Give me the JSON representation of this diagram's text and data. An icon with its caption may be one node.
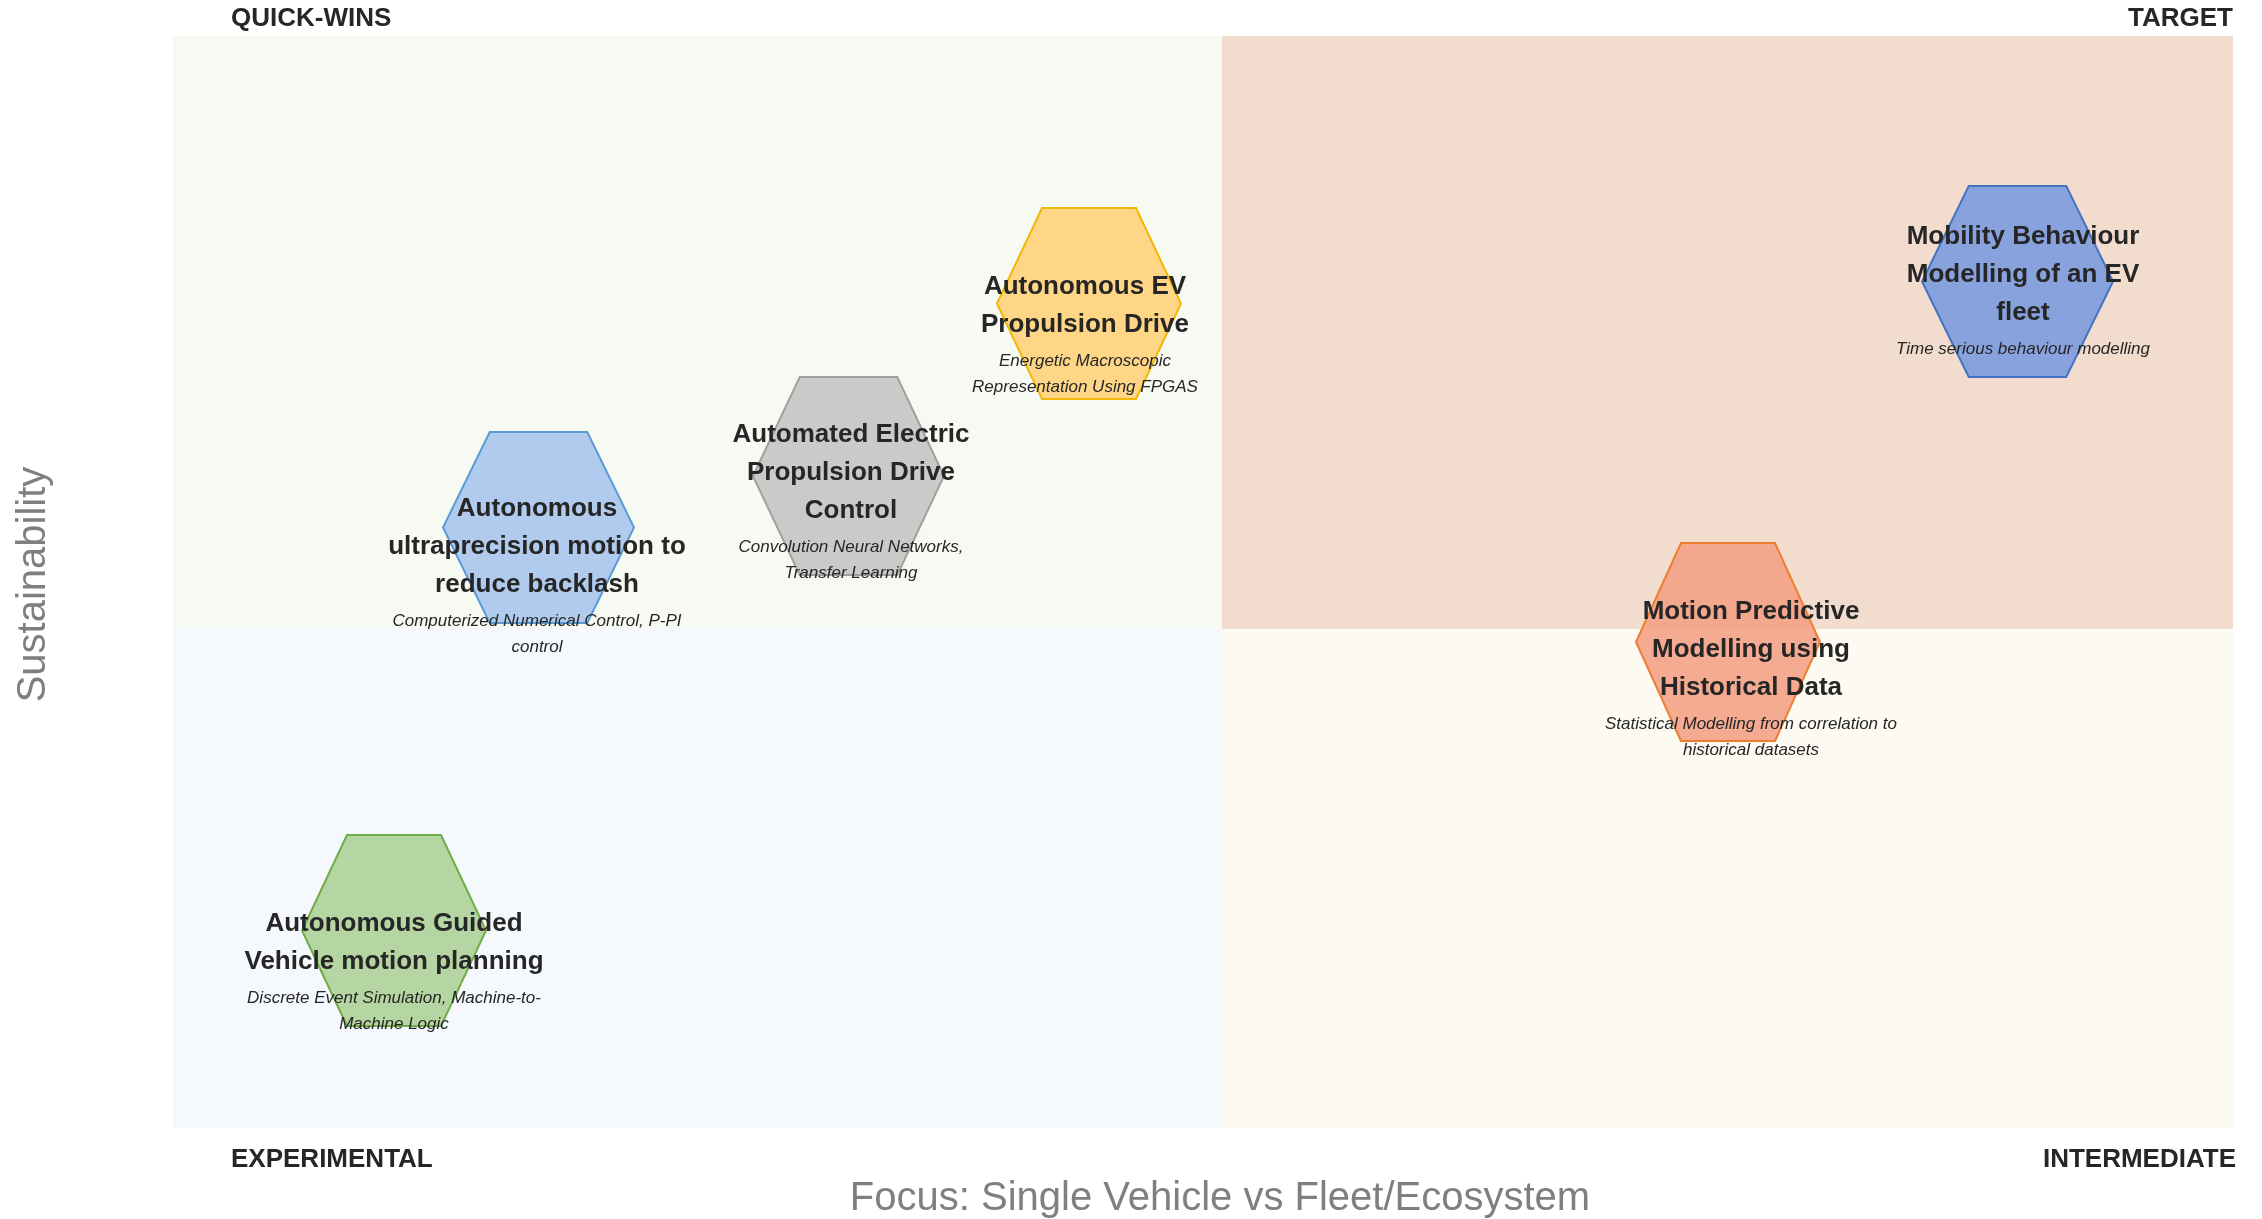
{
  "diagram": {
    "nodes": [
      {
        "text": [
          "Autonomous EV Propulsion Drive",
          "Energetic Macroscopic Representation Using FPGAS"
        ]
      },
      {
        "text": [
          "Automated Electric Propulsion Drive Control",
          "Convolution Neural Networks, Transfer Learning"
        ]
      },
      {
        "text": [
          "Autonomous ultraprecision motion to reduce backlash",
          "Computerized Numerical Control, P-PI control"
        ]
      },
      {
        "text": [
          "Autonomous Guided Vehicle motion planning",
          "Discrete Event Simulation, Machine-to-Machine Logic"
        ]
      },
      {
        "text": [
          "Mobility Behaviour Modelling of an EV fleet",
          "Time serious behaviour modelling"
        ]
      },
      {
        "text": [
          "Motion Predictive Modelling using Historical Data",
          "Statistical Modelling from correlation to historical datasets"
        ]
      }
    ],
    "labels": [
      "QUICK-WINS",
      "TARGET",
      "Sustainability",
      "EXPERIMENTAL",
      "INTERMEDIATE",
      "Focus: Single Vehicle vs Fleet/Ecosystem"
    ]
  }
}
